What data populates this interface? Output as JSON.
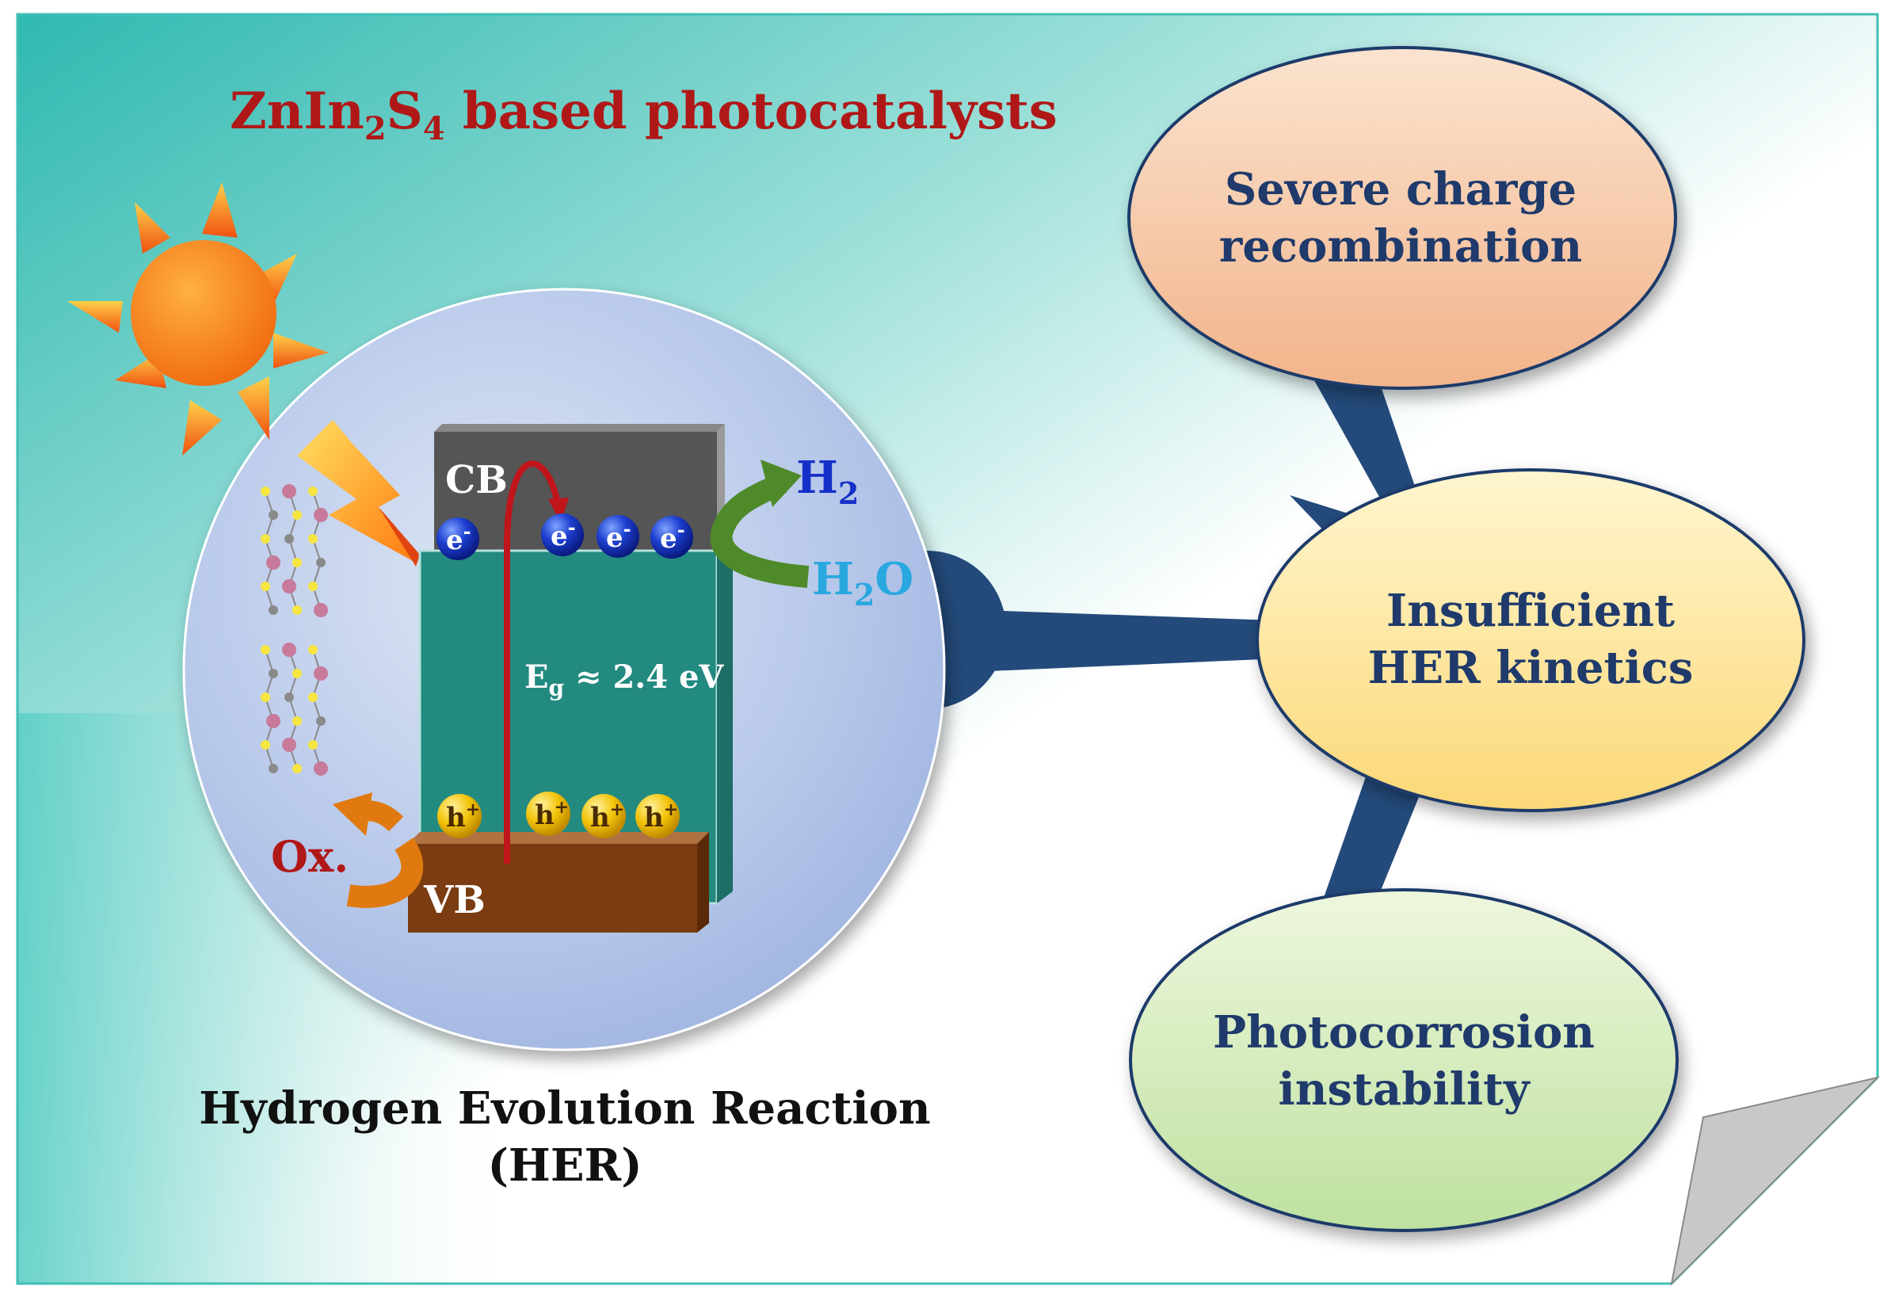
{
  "title": {
    "prefix": "ZnIn",
    "sub1": "2",
    "mid": "S",
    "sub2": "4",
    "suffix": " based photocatalysts"
  },
  "band": {
    "cb_label": "CB",
    "vb_label": "VB",
    "gap_E": "E",
    "gap_sub": "g",
    "gap_value": " ≈ 2.4 eV",
    "electron": "e",
    "electron_sup": "-",
    "hole": "h",
    "hole_sup": "+"
  },
  "species": {
    "h2": "H",
    "h2_sub": "2",
    "h2o_h": "H",
    "h2o_sub": "2",
    "h2o_o": "O",
    "ox": "Ox."
  },
  "caption": {
    "line1": "Hydrogen Evolution Reaction",
    "line2": "(HER)"
  },
  "challenges": [
    {
      "line1": "Severe charge",
      "line2": "recombination"
    },
    {
      "line1": "Insufficient",
      "line2": "HER kinetics"
    },
    {
      "line1": "Photocorrosion",
      "line2": "instability"
    }
  ],
  "colors": {
    "title": "#b01818",
    "h2": "#1530c8",
    "h2o": "#29a8e0",
    "ox": "#b01818",
    "connector": "#234a7a",
    "challenge_text": "#1f3a6b",
    "cb_block": "#555555",
    "semiconductor": "#238a80",
    "vb_block": "#7a3c10"
  }
}
